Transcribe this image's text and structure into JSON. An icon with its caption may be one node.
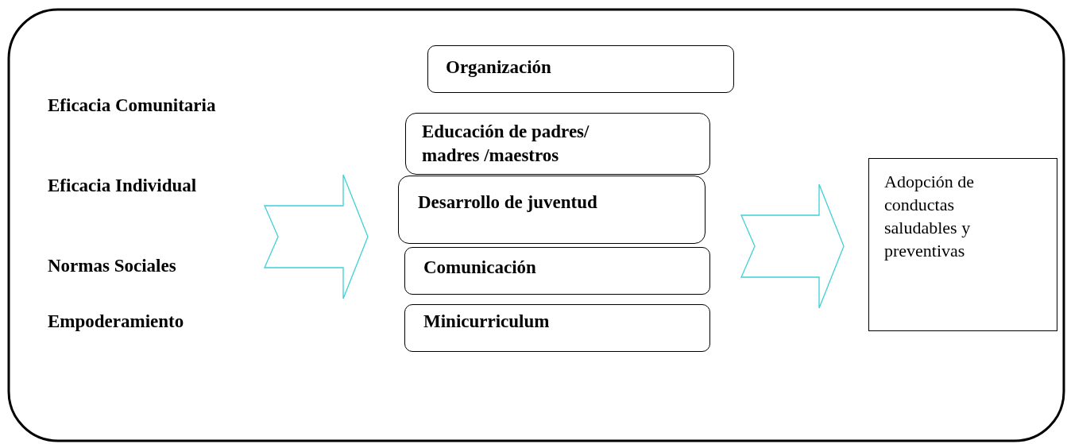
{
  "diagram": {
    "nodes": [
      {
        "text": [
          "Organización"
        ]
      },
      {
        "text": [
          "Educación de padres/ madres /maestros"
        ]
      },
      {
        "text": [
          "Desarrollo de juventud"
        ]
      },
      {
        "text": [
          "Comunicación"
        ]
      },
      {
        "text": [
          "Minicurriculum"
        ]
      },
      {
        "text": [
          "Adopción de conductas saludables y preventivas"
        ]
      }
    ],
    "edges": [
      {
        "from": null,
        "to": 2,
        "arrow": "to",
        "color": "#3fd0d6"
      },
      {
        "from": 2,
        "to": 5,
        "arrow": "to",
        "color": "#3fd0d6"
      }
    ],
    "labels": [
      "Eficacia Comunitaria",
      "Eficacia Individual",
      "Normas Sociales",
      "Empoderamiento"
    ]
  }
}
